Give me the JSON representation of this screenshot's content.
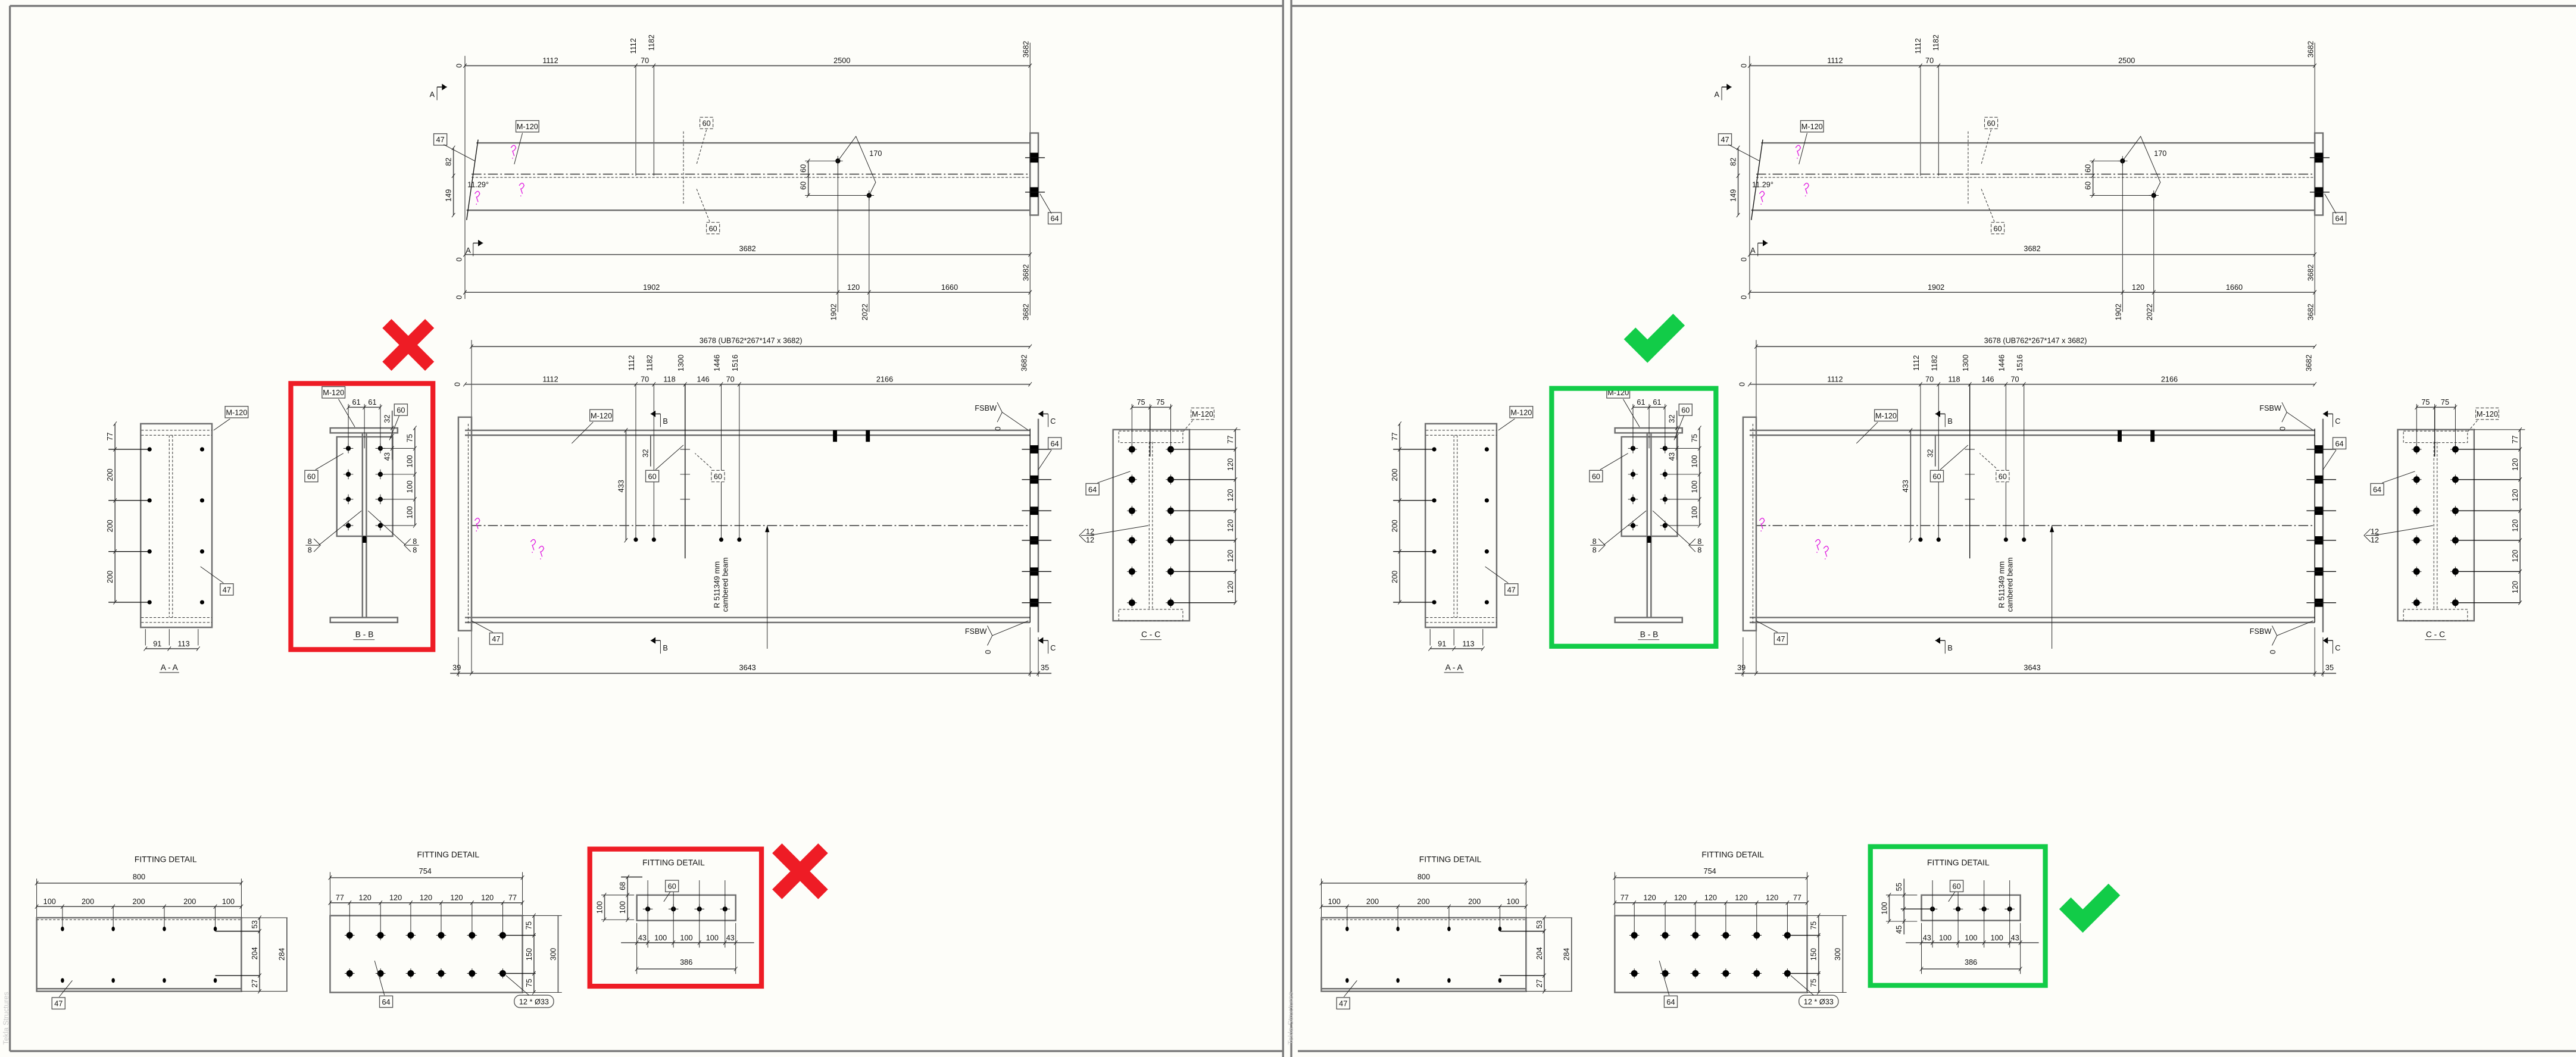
{
  "watermark": "Tekla Structures",
  "plan": {
    "top_dims": [
      "1112",
      "70",
      "2500"
    ],
    "top_ordinates": [
      "0",
      "1112",
      "1182",
      "3682"
    ],
    "overall": "3682",
    "overall_ordinates": [
      "0",
      "3682"
    ],
    "bottom_dims": [
      "1902",
      "120",
      "1660"
    ],
    "bottom_ordinates": [
      "0",
      "1902",
      "2022",
      "3682"
    ],
    "end_dims": [
      "82",
      "149"
    ],
    "angle": "11.29°",
    "hole_dims": [
      "60",
      "60"
    ],
    "diag_dim": "170",
    "labels": {
      "plate_47": "47",
      "member": "M-120",
      "plate_64": "64",
      "plate_60_top": "60",
      "plate_60_bottom": "60"
    },
    "section_mark": "A"
  },
  "elevation": {
    "profile": "3678 (UB762*267*147 x 3682)",
    "dims": [
      "1112",
      "70",
      "118",
      "146",
      "70",
      "2166"
    ],
    "ordinates": [
      "0",
      "1112",
      "1182",
      "1300",
      "1446",
      "1516",
      "3682"
    ],
    "dim_433": "433",
    "dim_32": "32",
    "camber": [
      "R 511349 mm",
      "cambered beam"
    ],
    "section_b": "B",
    "section_c": "C",
    "weld": "FSBW",
    "weld_size": "0",
    "labels": {
      "member": "M-120",
      "plate_60": "60",
      "plate_60_hidden": "60",
      "plate_47": "47",
      "plate_64": "64"
    },
    "bottom_dims": [
      "39",
      "3643",
      "35"
    ]
  },
  "section_aa": {
    "title": "A - A",
    "member": "M-120",
    "plate": "47",
    "vert_dims": [
      "77",
      "200",
      "200",
      "200"
    ],
    "horiz_dims": [
      "91",
      "113"
    ]
  },
  "section_bb": {
    "title": "B - B",
    "member": "M-120",
    "plate_right": "60",
    "plate_left": "60",
    "top_dims": [
      "61",
      "61"
    ],
    "dims_inner": [
      "32",
      "43"
    ],
    "dims_outer": [
      "75",
      "100",
      "100",
      "100"
    ],
    "weld_left": [
      "8",
      "8"
    ],
    "weld_right": [
      "8",
      "8"
    ]
  },
  "section_cc": {
    "title": "C - C",
    "member": "M-120",
    "plate": "64",
    "top_dims": [
      "75",
      "75"
    ],
    "vert_dims": [
      "77",
      "120",
      "120",
      "120",
      "120",
      "120"
    ],
    "weld": [
      "12",
      "12"
    ]
  },
  "fitting_detail_1": {
    "title": "FITTING DETAIL",
    "overall": "800",
    "dims": [
      "100",
      "200",
      "200",
      "200",
      "100"
    ],
    "vert_dims": [
      "53",
      "204",
      "27"
    ],
    "height": "284",
    "plate": "47"
  },
  "fitting_detail_2": {
    "title": "FITTING DETAIL",
    "overall": "754",
    "dims": [
      "77",
      "120",
      "120",
      "120",
      "120",
      "120",
      "77"
    ],
    "vert_dims": [
      "75",
      "150",
      "75"
    ],
    "height": "300",
    "plate": "64",
    "holes": "12 * Ø33"
  },
  "comparison": {
    "left": {
      "verdict": "incorrect",
      "color": "#ee1c25",
      "fitting_detail_3": {
        "title": "FITTING DETAIL",
        "plate": "60",
        "outer_height": "100",
        "vert_dims": [
          "68",
          "100"
        ],
        "dims": [
          "43",
          "100",
          "100",
          "100",
          "43"
        ],
        "overall": "386"
      }
    },
    "right": {
      "verdict": "correct",
      "color": "#12cc48",
      "fitting_detail_3": {
        "title": "FITTING DETAIL",
        "plate": "60",
        "outer_height": "100",
        "vert_dims": [
          "55",
          "45"
        ],
        "dims": [
          "43",
          "100",
          "100",
          "100",
          "43"
        ],
        "overall": "386"
      }
    }
  }
}
